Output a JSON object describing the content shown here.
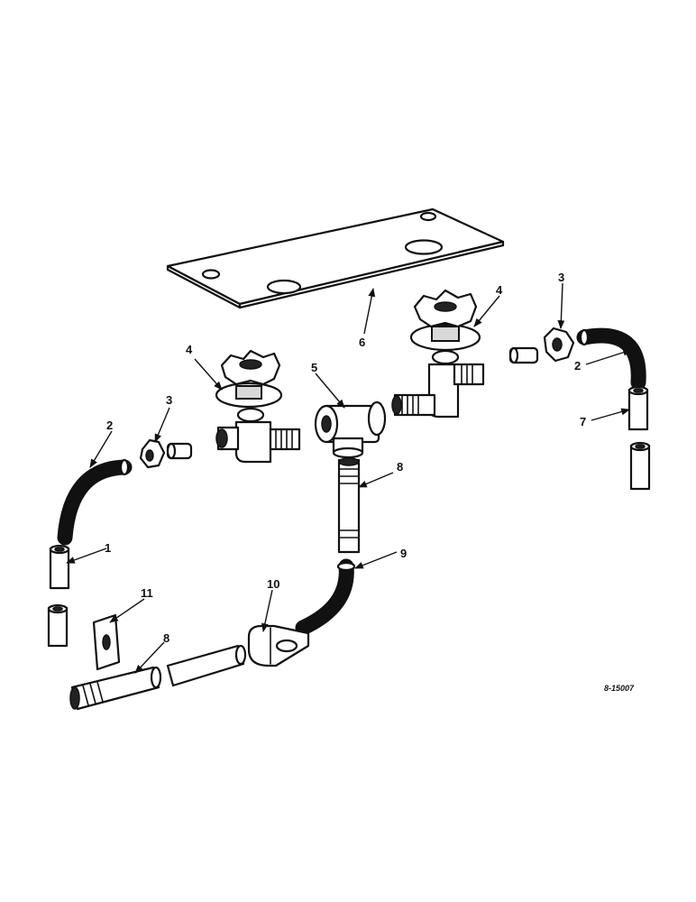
{
  "drawing_code": "8-15007",
  "callouts": [
    {
      "id": "c1",
      "label": "1"
    },
    {
      "id": "c2a",
      "label": "2"
    },
    {
      "id": "c2b",
      "label": "2"
    },
    {
      "id": "c3a",
      "label": "3"
    },
    {
      "id": "c3b",
      "label": "3"
    },
    {
      "id": "c4a",
      "label": "4"
    },
    {
      "id": "c4b",
      "label": "4"
    },
    {
      "id": "c5",
      "label": "5"
    },
    {
      "id": "c6",
      "label": "6"
    },
    {
      "id": "c7",
      "label": "7"
    },
    {
      "id": "c8a",
      "label": "8"
    },
    {
      "id": "c8b",
      "label": "8"
    },
    {
      "id": "c9",
      "label": "9"
    },
    {
      "id": "c10",
      "label": "10"
    },
    {
      "id": "c11",
      "label": "11"
    }
  ]
}
